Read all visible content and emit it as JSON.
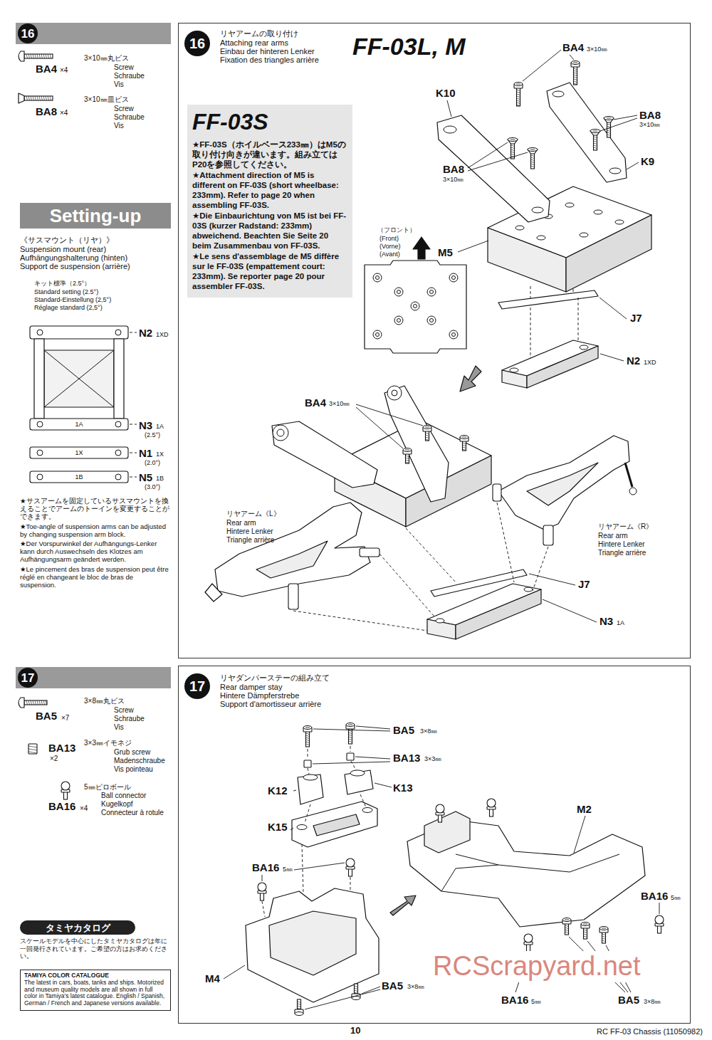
{
  "diagram": {
    "nodes": [
      {
        "text": [
          "16"
        ]
      },
      {
        "text": [
          "Setting-up"
        ]
      },
      {
        "text": [
          "17"
        ]
      },
      {
        "text": [
          "タミヤカタログ"
        ]
      },
      {
        "text": [
          "TAMIYA COLOR CATALOGUE",
          "The latest in cars, boats, tanks and ships. Motorized and museum quality models are all shown in full color in Tamiya's latest catalogue. English / Spanish, German / French and Japanese versions available."
        ]
      },
      {
        "text": [
          "リヤアームの取り付け",
          "Attaching rear arms",
          "Einbau der hinteren Lenker",
          "Fixation des triangles arrière"
        ]
      },
      {
        "text": [
          "16"
        ],
        "in": 5
      },
      {
        "text": [
          "FF-03S",
          "★FF-03S（ホイルベース233㎜）はM5の取り付け向きが違います。組み立てはP20を参照してください。",
          "★Attachment direction of M5 is different on FF-03S (short wheelbase: 233mm). Refer to page 20 when assembling FF-03S.",
          "★Die Einbaurichtung von M5 ist bei FF-03S (kurzer Radstand: 233mm) abweichend. Beachten Sie Seite 20 beim Zusammenbau von FF-03S.",
          "★Le sens d'assemblage de M5 diffère sur le FF-03S (empattement court: 233mm). Se reporter page 20 pour assembler FF-03S."
        ],
        "in": 5
      },
      {
        "text": [
          "リヤダンパーステーの組み立て",
          "Rear damper stay",
          "Hintere Dämpferstrebe",
          "Support d'amortisseur arrière"
        ]
      },
      {
        "text": [
          "17"
        ],
        "in": 8
      }
    ],
    "labels": [
      "BA4",
      "×4",
      "3×10㎜丸ビス",
      "Screw",
      "Schraube",
      "Vis",
      "BA8",
      "×4",
      "3×10㎜皿ビス",
      "Screw",
      "Schraube",
      "Vis",
      "《サスマウント（リヤ）》",
      "Suspension mount (rear)",
      "Aufhängungshalterung (hinten)",
      "Support de suspension (arrière)",
      "キット標準（2.5°）",
      "Standard setting (2.5°)",
      "Standard-Einstellung (2,5°)",
      "Réglage standard (2,5°)",
      "N2",
      "1XD",
      "1A",
      "N3",
      "1A",
      "(2.5°)",
      "1X",
      "N1",
      "1X",
      "(2.0°)",
      "1B",
      "N5",
      "1B",
      "(3.0°)",
      "★サスアームを固定しているサスマウントを換えることでアームのトーインを変更することができます。",
      "★Toe-angle of suspension arms can be adjusted by changing suspension arm block.",
      "★Der Vorspurwinkel der Aufhängungs-Lenker kann durch Auswechseln des Klotzes am Aufhängungsarm geändert werden.",
      "★Le pincement des bras de suspension peut être réglé en changeant le bloc de bras de suspension.",
      "BA5",
      "×7",
      "3×8㎜丸ビス",
      "Screw",
      "Schraube",
      "Vis",
      "BA13",
      "×2",
      "3×3㎜イモネジ",
      "Grub screw",
      "Madenschraube",
      "Vis pointeau",
      "BA16",
      "×4",
      "5㎜ピロボール",
      "Ball connector",
      "Kugelkopf",
      "Connecteur à rotule",
      "スケールモデルを中心にしたタミヤカタログは年に一回発行されています。ご希望の方はお求めください。",
      "FF-03L, M",
      "BA4",
      "3×10㎜",
      "K10",
      "BA8",
      "3×10㎜",
      "K9",
      "BA8",
      "3×10㎜",
      "（フロント）",
      "(Front)",
      "(Vorne)",
      "(Avant)",
      "M5",
      "J7",
      "N2",
      "1XD",
      "BA4",
      "3×10㎜",
      "リヤアーム《L》",
      "Rear arm",
      "Hintere Lenker",
      "Triangle arrière",
      "リヤアーム《R》",
      "Rear arm",
      "Hintere Lenker",
      "Triangle arrière",
      "J7",
      "N3",
      "1A",
      "BA5",
      "3×8㎜",
      "BA13",
      "3×3㎜",
      "K12",
      "K13",
      "K15",
      "BA16",
      "5㎜",
      "M4",
      "BA5",
      "3×8㎜",
      "M2",
      "BA16",
      "5㎜",
      "BA16",
      "5㎜",
      "BA5",
      "3×8㎜",
      "RCScrapyard.net",
      "10",
      "RC FF-03 Chassis (11050982)"
    ]
  }
}
